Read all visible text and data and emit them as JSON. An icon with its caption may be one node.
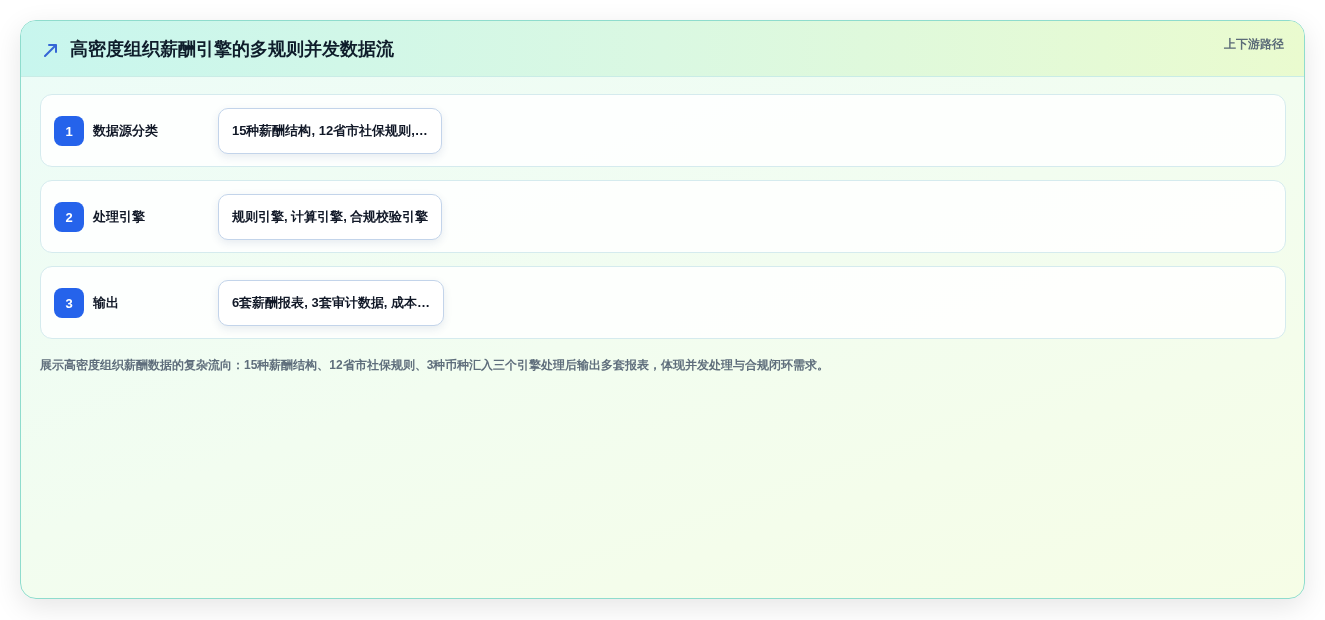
{
  "diagram": {
    "title": "高密度组织薪酬引擎的多规则并发数据流",
    "caption": "展示高密度组织薪酬数据的复杂流向：15种薪酬结构、12省市社保规则、3种币种汇入三个引擎处理后输出多套报表，体现并发处理与合规闭环需求。",
    "nodes": [
      {
        "text": [
          "数据源分类"
        ]
      },
      {
        "text": [
          "1"
        ],
        "in": 0
      },
      {
        "text": [
          "15种薪酬结构, 12省市社保规则,…"
        ],
        "in": 0
      },
      {
        "text": [
          "处理引擎"
        ]
      },
      {
        "text": [
          "2"
        ],
        "in": 3
      },
      {
        "text": [
          "规则引擎, 计算引擎, 合规校验引擎"
        ],
        "in": 3
      },
      {
        "text": [
          "输出"
        ]
      },
      {
        "text": [
          "3"
        ],
        "in": 6
      },
      {
        "text": [
          "6套薪酬报表, 3套审计数据, 成本…"
        ],
        "in": 6
      }
    ],
    "labels": [
      "上下游路径"
    ]
  }
}
